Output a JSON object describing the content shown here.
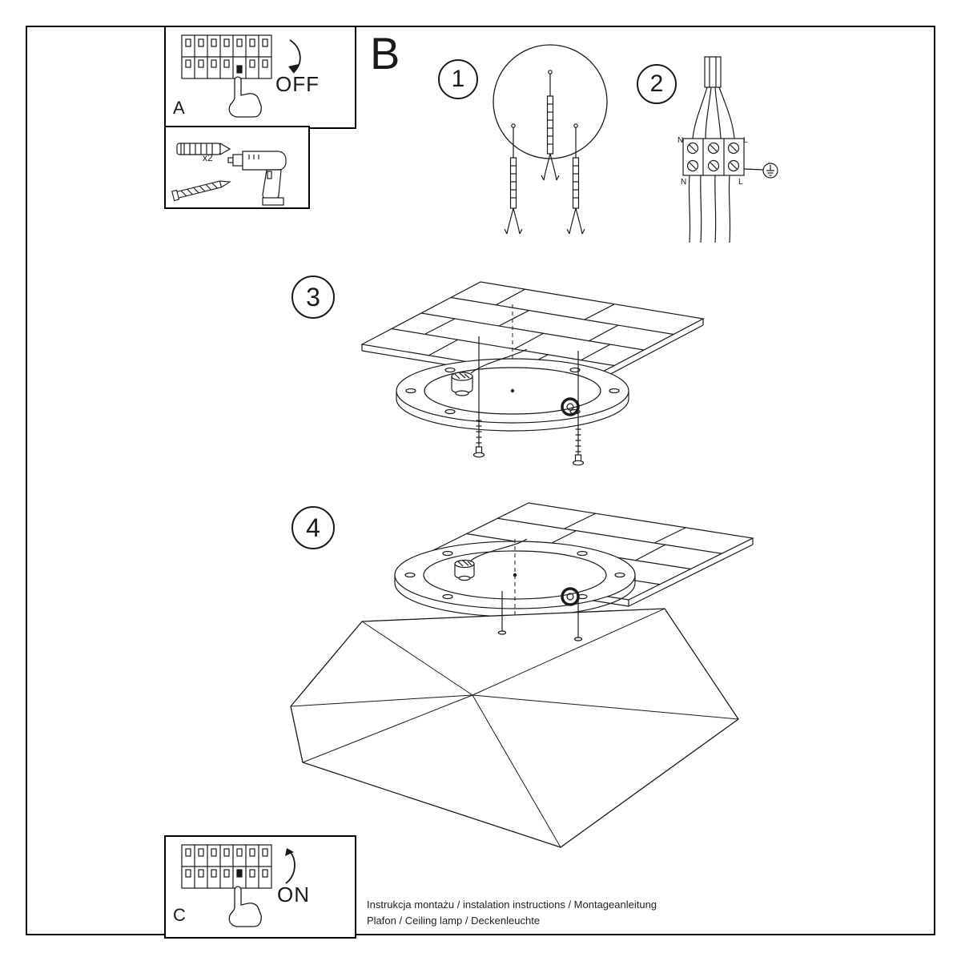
{
  "labels": {
    "section_a": "A",
    "section_b": "B",
    "section_c": "C",
    "off": "OFF",
    "on": "ON",
    "tool_qty": "x2"
  },
  "steps": [
    {
      "number": "1"
    },
    {
      "number": "2"
    },
    {
      "number": "3"
    },
    {
      "number": "4"
    }
  ],
  "wiring": {
    "n_top": "N",
    "l_top": "L",
    "n_bottom": "N",
    "l_bottom": "L"
  },
  "footer": {
    "line1": "Instrukcja montażu / instalation instructions / Montageanleitung",
    "line2": "Plafon / Ceiling lamp / Deckenleuchte"
  }
}
